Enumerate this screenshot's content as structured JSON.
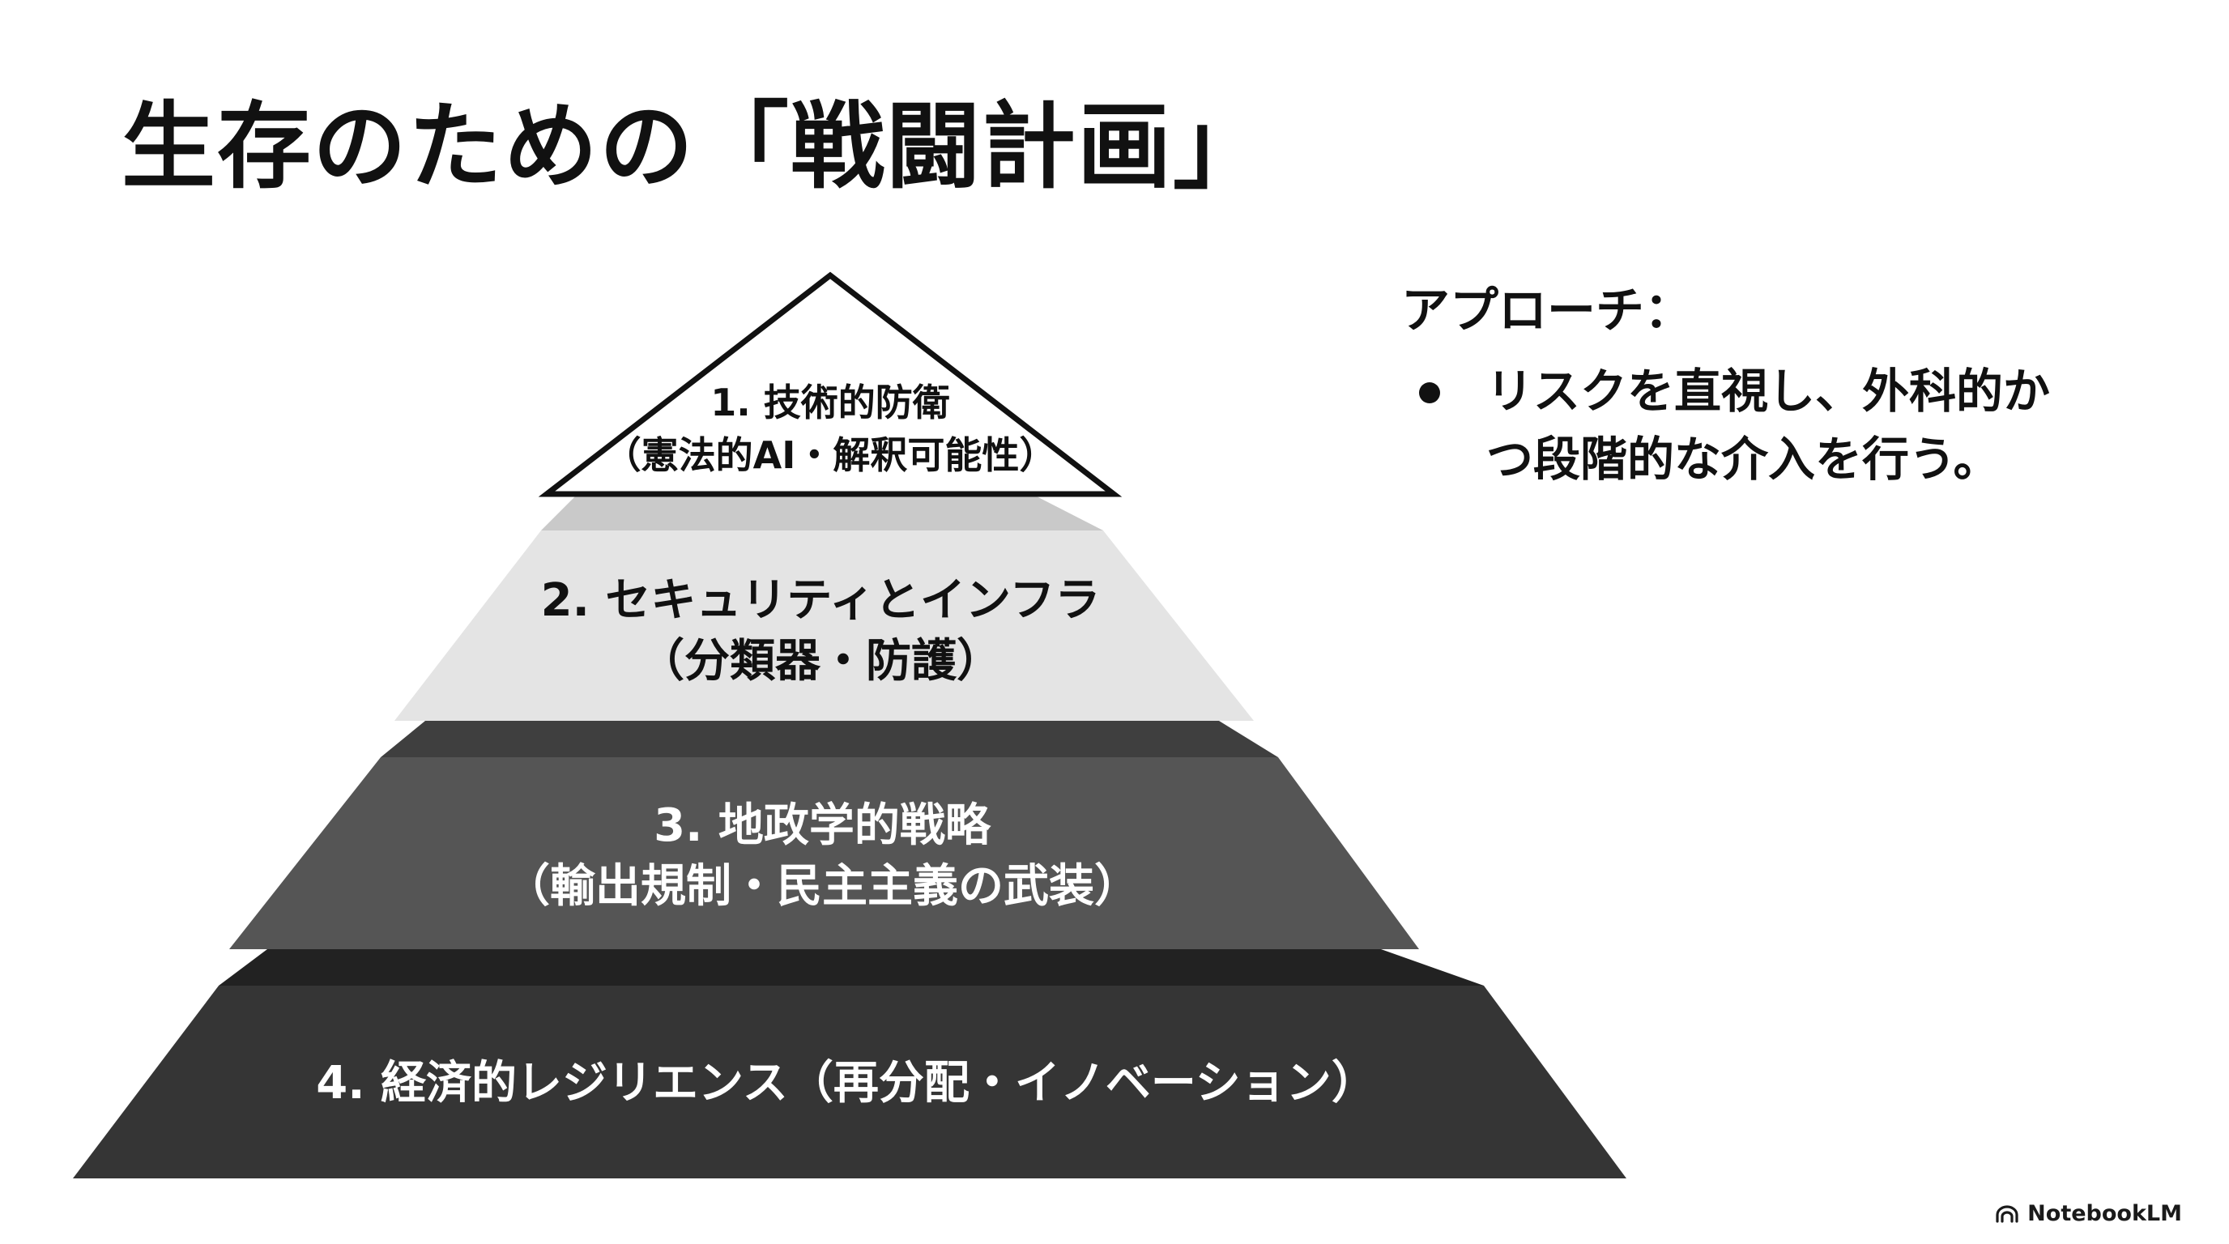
{
  "title": "生存のための「戦闘計画」",
  "pyramid": {
    "tier1": {
      "line1": "1. 技術的防衛",
      "line2": "（憲法的AI・解釈可能性）"
    },
    "tier2": {
      "line1": "2. セキュリティとインフラ",
      "line2": "（分類器・防護）"
    },
    "tier3": {
      "line1": "3. 地政学的戦略",
      "line2": "（輸出規制・民主主義の武装）"
    },
    "tier4": {
      "line1": "4. 経済的レジリエンス（再分配・イノベーション）"
    },
    "colors": {
      "tier1_fill": "#ffffff",
      "tier2_fill": "#e4e4e4",
      "tier2_top": "#c9c9c9",
      "tier3_fill": "#555555",
      "tier3_top": "#3f3f3f",
      "tier4_fill": "#353535",
      "tier4_top": "#222222"
    }
  },
  "approach": {
    "heading": "アプローチ：",
    "items": [
      {
        "line1": "リスクを直視し、外科的か",
        "line2": "つ段階的な介入を行う。"
      }
    ]
  },
  "watermark": {
    "label": "NotebookLM",
    "icon": "notebooklm-logo-icon"
  }
}
